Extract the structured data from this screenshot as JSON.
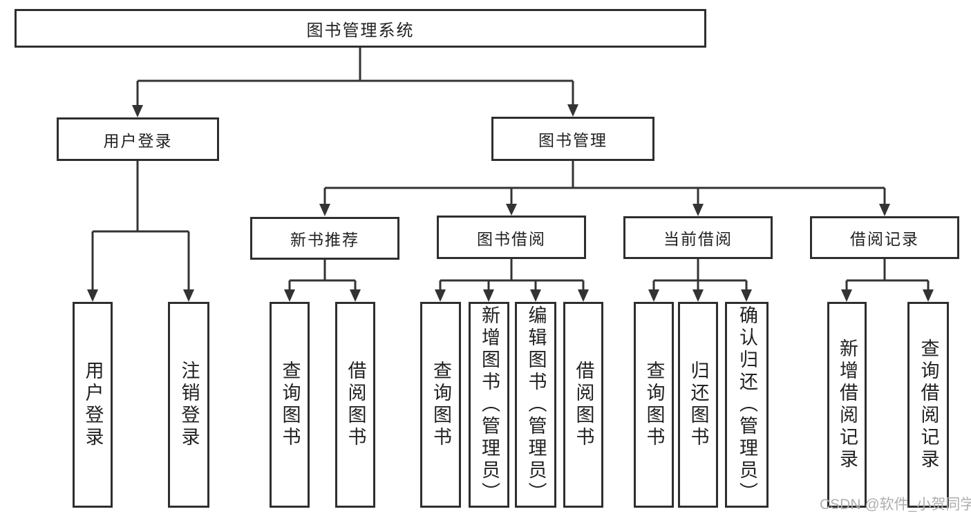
{
  "diagram": {
    "root_label": "图书管理系统",
    "user_login": {
      "label": "用户登录",
      "children": [
        "用户登录",
        "注销登录"
      ]
    },
    "book_management": {
      "label": "图书管理",
      "sections": [
        {
          "label": "新书推荐",
          "children": [
            "查询图书",
            "借阅图书"
          ]
        },
        {
          "label": "图书借阅",
          "children": [
            "查询图书",
            "新增图书（管理员）",
            "编辑图书（管理员）",
            "借阅图书"
          ]
        },
        {
          "label": "当前借阅",
          "children": [
            "查询图书",
            "归还图书",
            "确认归还（管理员）"
          ]
        },
        {
          "label": "借阅记录",
          "children": [
            "新增借阅记录",
            "查询借阅记录"
          ]
        }
      ]
    }
  },
  "watermark": "CSDN @软件_小贺同学",
  "colors": {
    "line": "#333333",
    "box_border": "#2e2e2e",
    "text": "#212121",
    "watermark": "#aeaeae",
    "background": "#ffffff"
  }
}
